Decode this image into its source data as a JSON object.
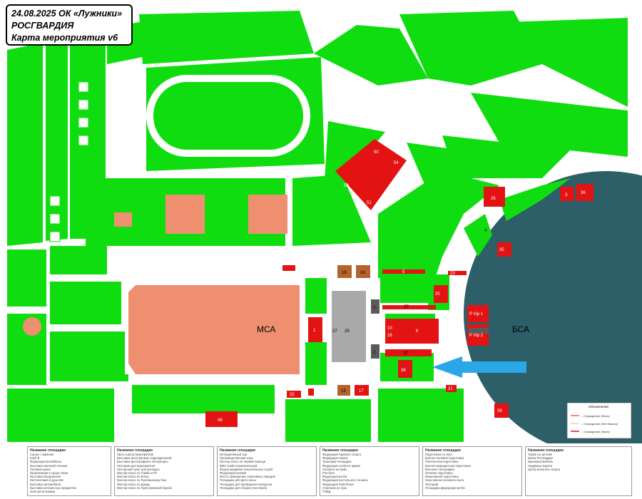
{
  "header": {
    "line1": "24.08.2025 ОК «Лужники»",
    "line2": "РОСГВАРДИЯ",
    "line3": "Карта мероприятия v6"
  },
  "colors": {
    "green": "#10dd10",
    "road": "#ffffff",
    "red": "#e31313",
    "salmon": "#ee9070",
    "stadium": "#2c5f68",
    "gray": "#a9a9a9",
    "arrow": "#2aa7e8"
  },
  "map_labels": {
    "msa": "МСА",
    "bsa": "БСА",
    "z50a": "50",
    "z54": "54",
    "z50b": "50",
    "z51": "51",
    "z3": "3",
    "z36": "36",
    "z26": "26",
    "z35": "35",
    "z30": "30",
    "z37a": "37",
    "z37b": "37",
    "z6": "6",
    "z38": "38",
    "z10": "10",
    "z28": "28",
    "z19": "19",
    "z16": "16",
    "z2a": "2",
    "z2b": "2",
    "z27": "27",
    "z29": "29",
    "z1": "1",
    "z4": "4",
    "z32": "32",
    "z18": "18",
    "z17": "17",
    "z21": "21",
    "z48": "48",
    "z39": "39",
    "z5": "5",
    "z23": "23",
    "zvip1": "P Vip 1",
    "zvip2": "P Vip 2"
  },
  "legend": {
    "title": "Обозначения",
    "items": [
      "– Ограждение (Моек)",
      "– Ограждение (Мет.барьер)",
      "– Ограждение (Моек)"
    ]
  },
  "table_columns": [
    {
      "header": "Название площадки",
      "rows": [
        "Сцена с экраном",
        "Клуб Б",
        "Федерация волейбола",
        "Выставка военной техники",
        "Полевая кухня",
        "Организация в среде связи",
        "Выставка вооружения",
        "Инсталляция в духе БМ",
        "Выставка автомобиля",
        "Выставка интересных предметов",
        "Зона регистрации"
      ]
    },
    {
      "header": "Название площадки",
      "rows": [
        "Пресс-центр мероприятия",
        "Выставка иностранных подразделений",
        "Выставка фотографий и литературы",
        "Лектории для мероприятия",
        "Лекторный пункт для молодых",
        "Мастер-класс по Самбо и ПГ",
        "Мастер-класс по Боксу",
        "Мастер-класс по Рукопашному бою",
        "Мастер-класс по Дзюдо",
        "Мастер-класс по Греко-римской борьбе"
      ]
    },
    {
      "header": "Название площадки",
      "rows": [
        "Интерактивный тир",
        "Производственная зона",
        "Мастер-класс по первой помощи",
        "ВМХ-трейл показательный",
        "Форум аварийно-спасательных служб",
        "Федерация шахмат",
        "Место проведения спортивных парадов",
        "Площадка для фото-зоны",
        "Площадка для проведения конкурсов",
        "Площадка для сборки участников"
      ]
    },
    {
      "header": "Название площадки",
      "rows": [
        "Федерация гиревого спорта",
        "Федерация хоккея",
        "Трансфер-площадка",
        "Федерация спорта в армии",
        "Силовое экстрим",
        "Рэп-батл",
        "Федерация регби",
        "Федерация настольного тенниса",
        "Федерация пейнтбола",
        "Стрельба из лука",
        "РЭБД"
      ]
    },
    {
      "header": "Название площадки",
      "rows": [
        "Подготовка по зоне",
        "Военно-полевая подготовка",
        "Тактическая подготовка",
        "Военно-медицинская подготовка",
        "Военная топография",
        "Огневая подготовка",
        "Инженерная подготовка",
        "Зона военно-полевого быта",
        "Лекторий",
        "Площадка федерации регби"
      ]
    },
    {
      "header": "Название площадки",
      "rows": [
        "Трамп на заставе",
        "Шлем Росгвардии",
        "Бронеавтомобиль",
        "Надувные ворота",
        "Центр военного спорта"
      ]
    }
  ]
}
